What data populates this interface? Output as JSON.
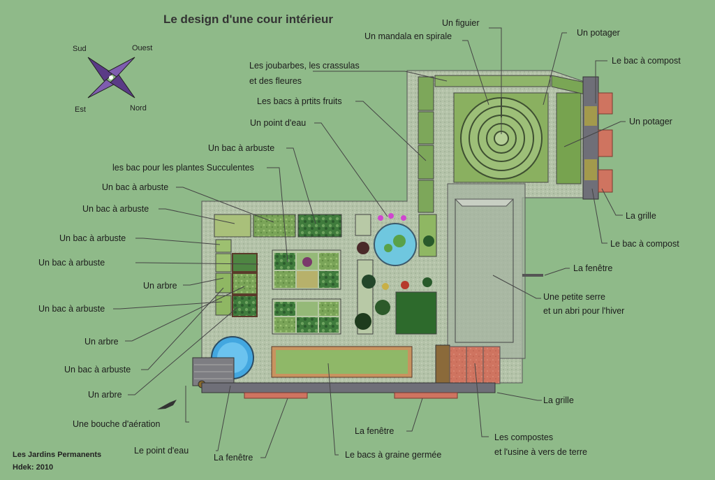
{
  "title": "Le design d'une cour intérieur",
  "compass": {
    "n1": "Sud",
    "n2": "Ouest",
    "n3": "Est",
    "n4": "Nord"
  },
  "credits": {
    "line1": "Les Jardins Permanents",
    "line2": "Hdek: 2010"
  },
  "labels": {
    "figuier": "Un figuier",
    "mandala": "Un mandala en spirale",
    "potager1": "Un potager",
    "compost1": "Le bac à compost",
    "potager2": "Un potager",
    "joubarbes1": "Les joubarbes, les crassulas",
    "joubarbes2": "et des  fleures",
    "petits_fruits": "Les bacs à prtits fruits",
    "point_eau1": "Un point d'eau",
    "bac_arbuste1": "Un bac à arbuste",
    "succulentes": "les bac pour les plantes Succulentes",
    "bac_arbuste2": "Un bac à arbuste",
    "bac_arbuste3": "Un bac à arbuste",
    "grille1": "La grille",
    "bac_arbuste4": "Un bac à arbuste",
    "compost2": "Le bac à compost",
    "bac_arbuste5": "Un bac à arbuste",
    "fenetre1": "La fenêtre",
    "arbre1": "Un arbre",
    "serre1": "Une petite serre",
    "serre2": "et un abri pour l'hiver",
    "bac_arbuste6": "Un bac à arbuste",
    "arbre2": "Un arbre",
    "bac_arbuste7": "Un bac à arbuste",
    "arbre3": "Un arbre",
    "grille2": "La grille",
    "bouche": "Une bouche d'aération",
    "fenetre2": "La fenêtre",
    "composts1": "Les compostes",
    "composts2": "et l'usine à vers de terre",
    "point_eau2": "Le point d'eau",
    "fenetre3": "La fenêtre",
    "graine": "Le bacs à graine germée"
  }
}
